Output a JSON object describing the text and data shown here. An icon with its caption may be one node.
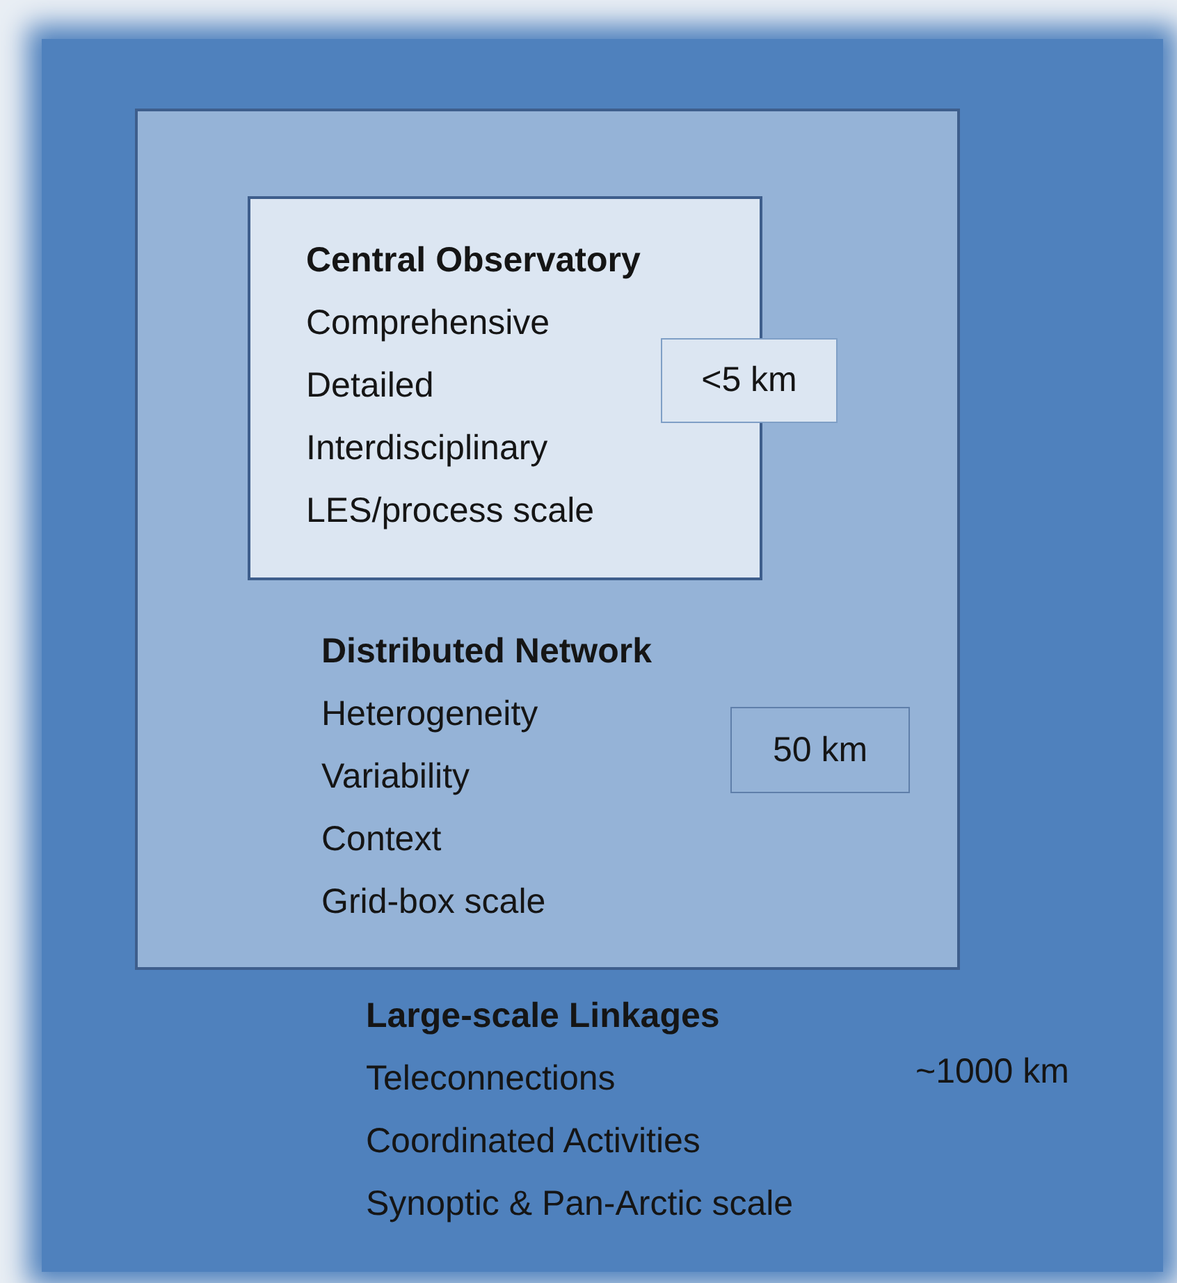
{
  "diagram": {
    "nodes": [
      {
        "text": [
          "Large-scale Linkages",
          "Teleconnections",
          "Coordinated Activities",
          "Synoptic & Pan-Arctic scale",
          "~1000 km"
        ]
      },
      {
        "text": [
          "Distributed Network",
          "Heterogeneity",
          "Variability",
          "Context",
          "Grid-box scale"
        ],
        "in": 0
      },
      {
        "text": [
          "Central Observatory",
          "Comprehensive",
          "Detailed",
          "Interdisciplinary",
          "LES/process scale"
        ],
        "in": 1
      },
      {
        "text": [
          "<5 km"
        ],
        "in": 1
      },
      {
        "text": [
          "50 km"
        ],
        "in": 1
      }
    ]
  }
}
